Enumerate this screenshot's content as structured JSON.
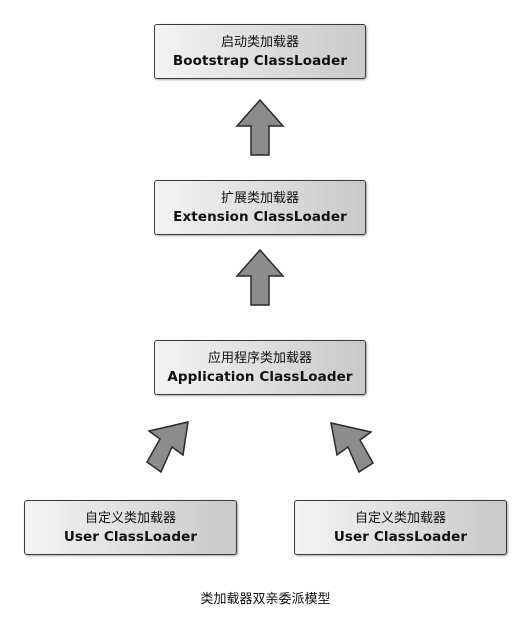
{
  "nodes": {
    "bootstrap": {
      "zh": "启动类加载器",
      "en": "Bootstrap ClassLoader"
    },
    "extension": {
      "zh": "扩展类加载器",
      "en": "Extension ClassLoader"
    },
    "application": {
      "zh": "应用程序类加载器",
      "en": "Application ClassLoader"
    },
    "user_left": {
      "zh": "自定义类加载器",
      "en": "User ClassLoader"
    },
    "user_right": {
      "zh": "自定义类加载器",
      "en": "User ClassLoader"
    }
  },
  "caption": "类加载器双亲委派模型",
  "colors": {
    "arrow_fill": "#8c8c8c",
    "arrow_stroke": "#2a2a2a",
    "box_border": "#3a3a3a"
  }
}
